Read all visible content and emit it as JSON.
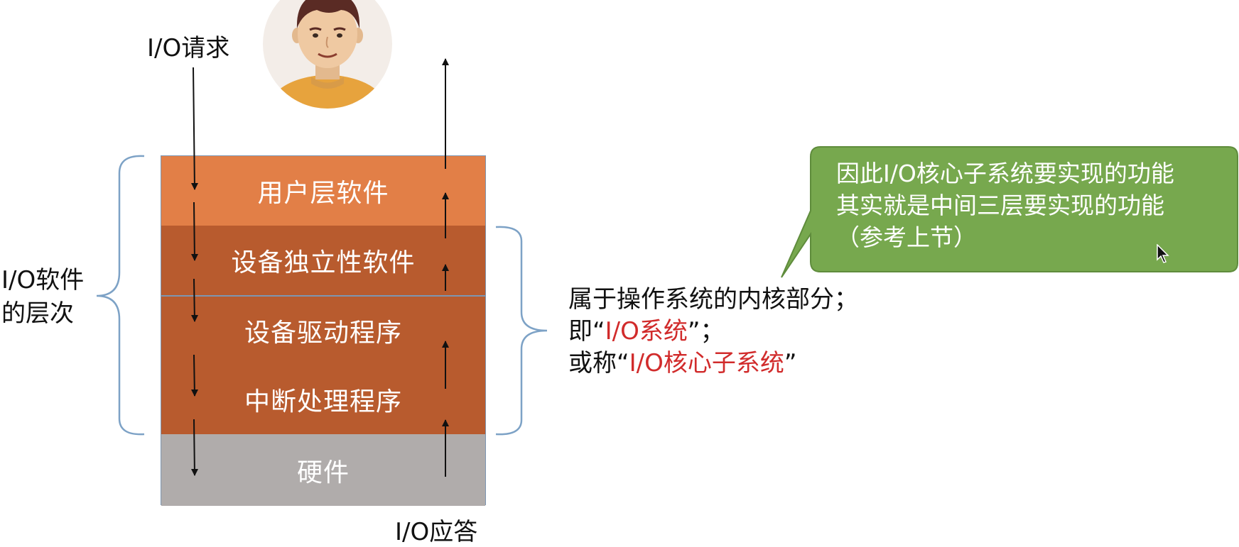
{
  "io_request_label": "I/O请求",
  "io_response_label": "I/O应答",
  "left_label": {
    "line1": "I/O软件",
    "line2": "的层次"
  },
  "layers": [
    {
      "label": "用户层软件"
    },
    {
      "label": "设备独立性软件"
    },
    {
      "label": "设备驱动程序"
    },
    {
      "label": "中断处理程序"
    },
    {
      "label": "硬件"
    }
  ],
  "kernel_note": {
    "line1": "属于操作系统的内核部分；",
    "line2_prefix": "即“",
    "line2_highlight": "I/O系统",
    "line2_suffix": "”；",
    "line3_prefix": "或称“",
    "line3_highlight": "I/O核心子系统",
    "line3_suffix": "”"
  },
  "callout": {
    "line1": "因此I/O核心子系统要实现的功能",
    "line2": "其实就是中间三层要实现的功能",
    "line3": "（参考上节）"
  },
  "colors": {
    "user_layer": "#e27f47",
    "middle_layers": "#b85b2e",
    "hardware_layer": "#b0acab",
    "bracket": "#7da2c6",
    "callout_fill": "#77a84e",
    "highlight_red": "#d12b2b"
  }
}
